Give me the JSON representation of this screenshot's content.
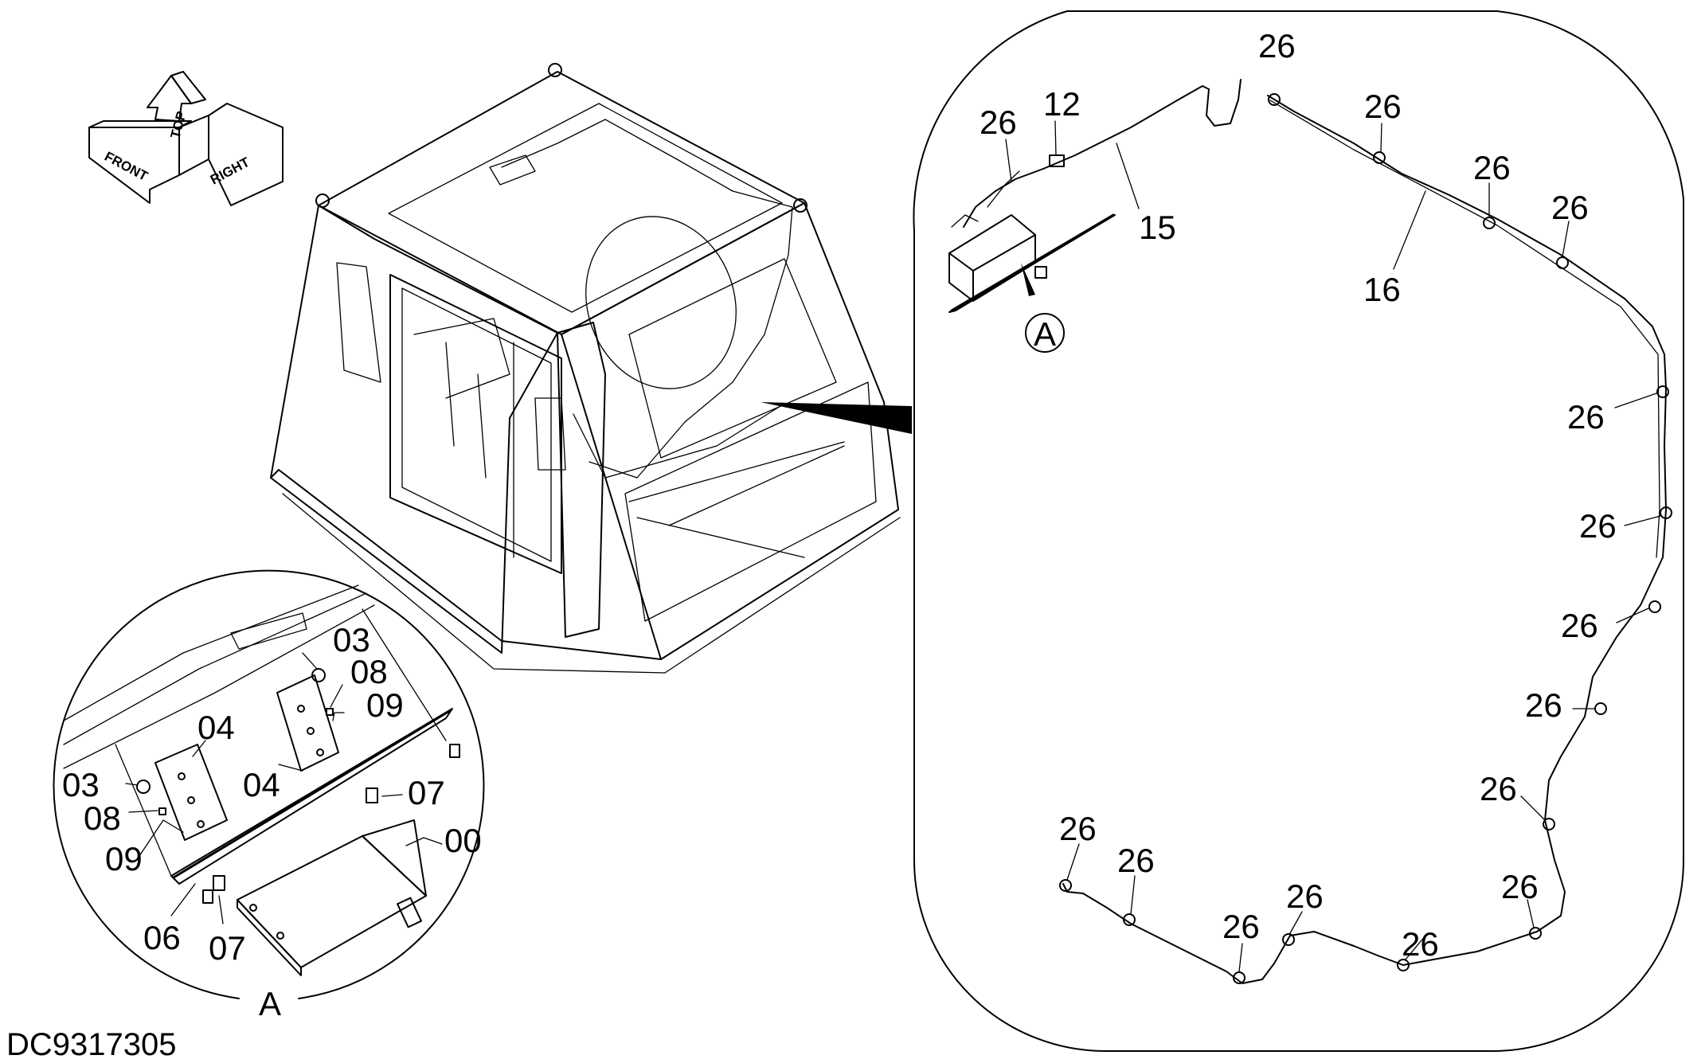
{
  "document_code": "DC9317305",
  "orientation": {
    "front": "FRONT",
    "top": "TOP",
    "right": "RIGHT"
  },
  "main_view": {
    "labels": {
      "l26_a": "26",
      "l12": "12",
      "l26_b": "26",
      "l15": "15",
      "l26_c": "26",
      "l26_d": "26",
      "l26_e": "26",
      "l16": "16",
      "l26_f": "26",
      "l26_g": "26",
      "l26_h": "26",
      "l26_i": "26",
      "l26_j": "26",
      "l26_k": "26",
      "l26_l": "26",
      "l26_m": "26",
      "l26_n": "26",
      "l26_o": "26",
      "l26_p": "26"
    },
    "detail_marker": "A"
  },
  "detail_a": {
    "labels": {
      "l03_a": "03",
      "l08_a": "08",
      "l09_a": "09",
      "l04_a": "04",
      "l03_b": "03",
      "l04_b": "04",
      "l07_a": "07",
      "l08_b": "08",
      "l00": "00",
      "l09_b": "09",
      "l06": "06",
      "l07_b": "07"
    },
    "caption": "A"
  }
}
